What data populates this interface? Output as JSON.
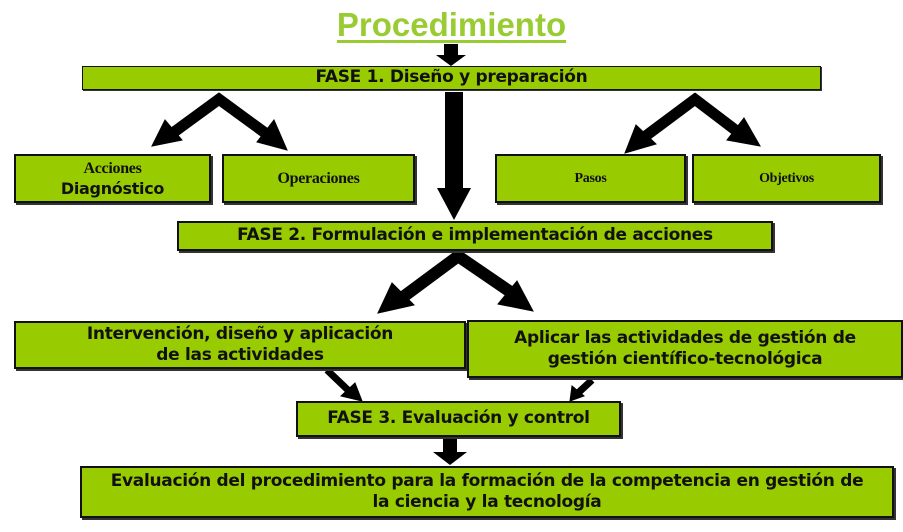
{
  "title": "Procedimiento",
  "fase1": "FASE 1. Diseño y preparación",
  "fase1_children": {
    "acciones_line1": "Acciones",
    "acciones_line2": "Diagnóstico",
    "operaciones": "Operaciones",
    "pasos": "Pasos",
    "objetivos": "Objetivos"
  },
  "fase2": "FASE 2. Formulación e implementación de acciones",
  "fase2_children": {
    "intervencion": "Intervención, diseño y aplicación de las actividades",
    "aplicar": "Aplicar las actividades de gestión de gestión científico-tecnológica"
  },
  "fase3": "FASE 3. Evaluación y control",
  "final": "Evaluación del procedimiento para la formación de la competencia en gestión de la ciencia y la tecnología",
  "colors": {
    "box": "#99cc00",
    "title": "#99cc33",
    "arrow": "#000000"
  }
}
